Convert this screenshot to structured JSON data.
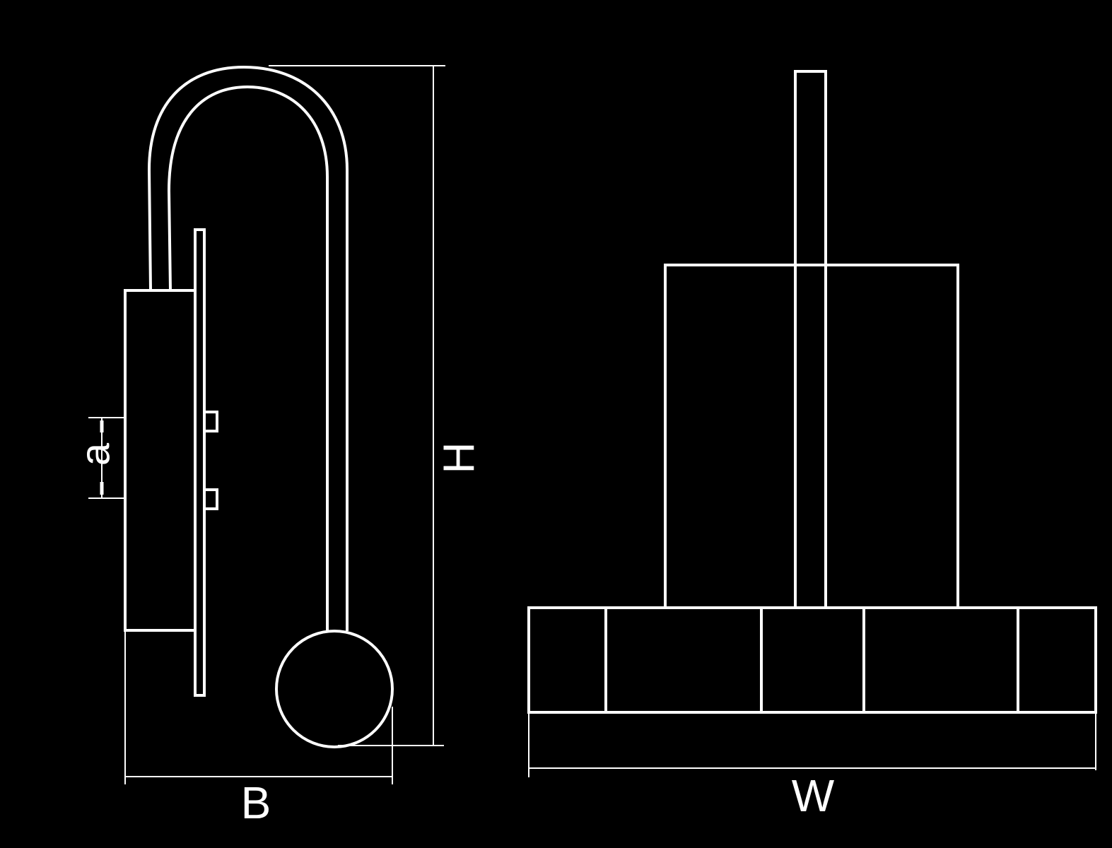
{
  "labels": {
    "a": "a",
    "H": "H",
    "B": "B",
    "W": "W"
  },
  "colors": {
    "background": "#000000",
    "stroke": "#ffffff"
  }
}
